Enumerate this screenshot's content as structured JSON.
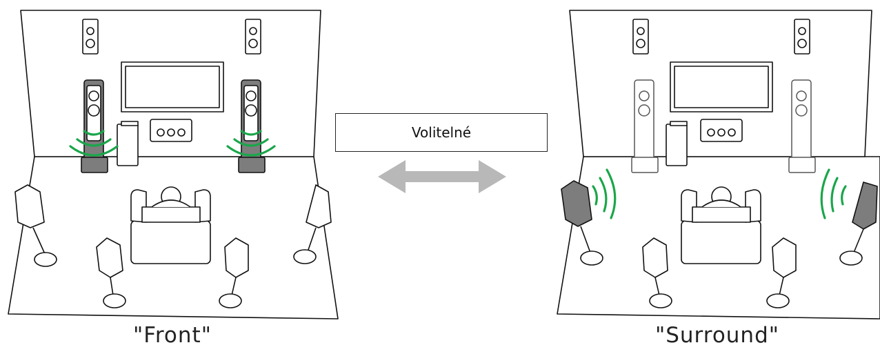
{
  "labels": {
    "left_caption": "\"Front\"",
    "right_caption": "\"Surround\"",
    "center_label": "Volitelné"
  },
  "icons": {
    "arrow": "double-headed-arrow-icon",
    "speaker": "speaker-icon",
    "tv": "tv-icon",
    "chair": "armchair-icon",
    "sound": "sound-wave-icon"
  },
  "colors": {
    "wave": "#1aa64a",
    "arrow": "#b8b8b8",
    "highlight_speaker": "#7d7d7d"
  }
}
